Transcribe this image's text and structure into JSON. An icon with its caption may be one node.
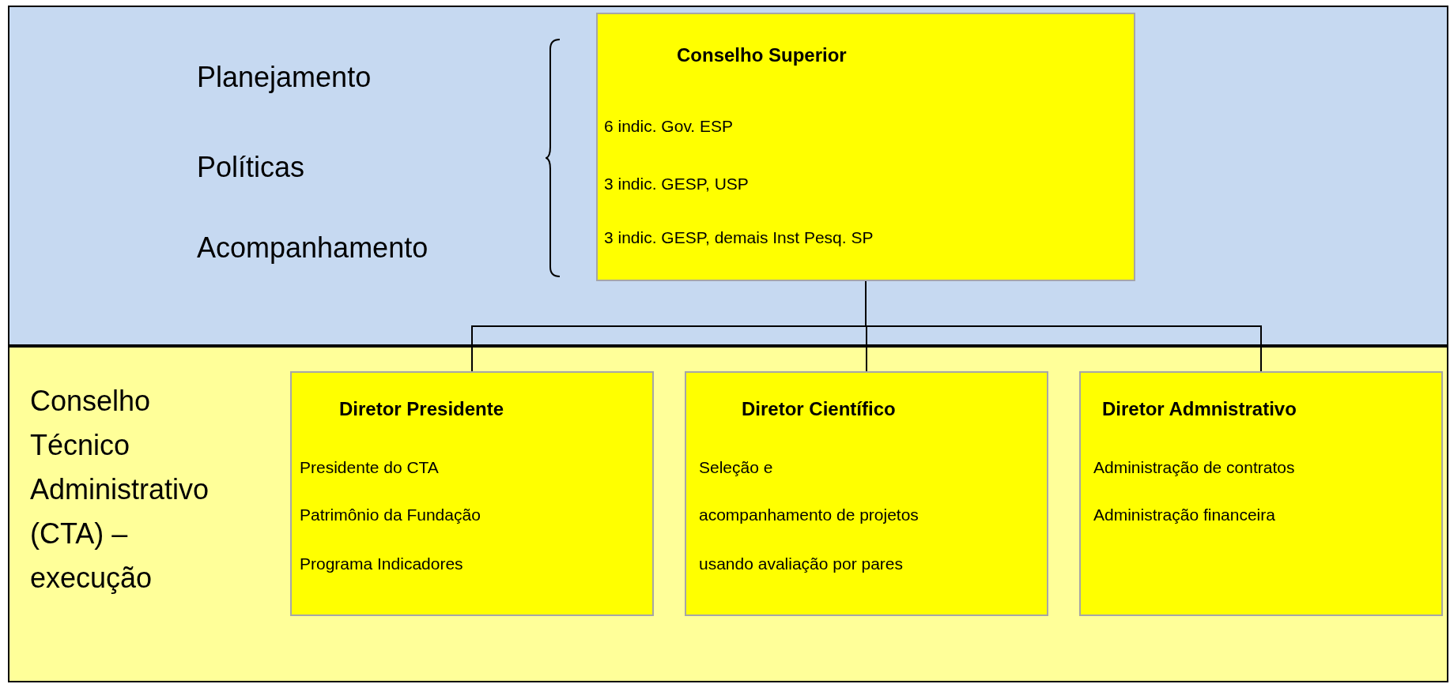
{
  "diagram": {
    "nodes": [
      {
        "text": [
          "Planejamento",
          "Políticas",
          "Acompanhamento"
        ]
      },
      {
        "text": [
          "Conselho Superior",
          "6 indic. Gov. ESP",
          "3 indic. GESP, USP",
          "3 indic. GESP, demais Inst Pesq. SP"
        ],
        "in": 0
      },
      {
        "text": [
          "Conselho Técnico Administrativo (CTA) – execução"
        ]
      },
      {
        "text": [
          "Diretor Presidente",
          "Presidente do CTA",
          "Patrimônio da Fundação",
          "Programa Indicadores"
        ],
        "in": 2
      },
      {
        "text": [
          "Diretor Científico",
          "Seleção e",
          "acompanhamento de projetos",
          "usando avaliação por pares"
        ],
        "in": 2
      },
      {
        "text": [
          "Diretor Admnistrativo",
          "Administração de contratos",
          "Administração financeira"
        ],
        "in": 2
      }
    ],
    "edges": [
      {
        "from": 1,
        "to": 3,
        "arrow": "none"
      },
      {
        "from": 1,
        "to": 4,
        "arrow": "none"
      },
      {
        "from": 1,
        "to": 5,
        "arrow": "none"
      }
    ]
  }
}
